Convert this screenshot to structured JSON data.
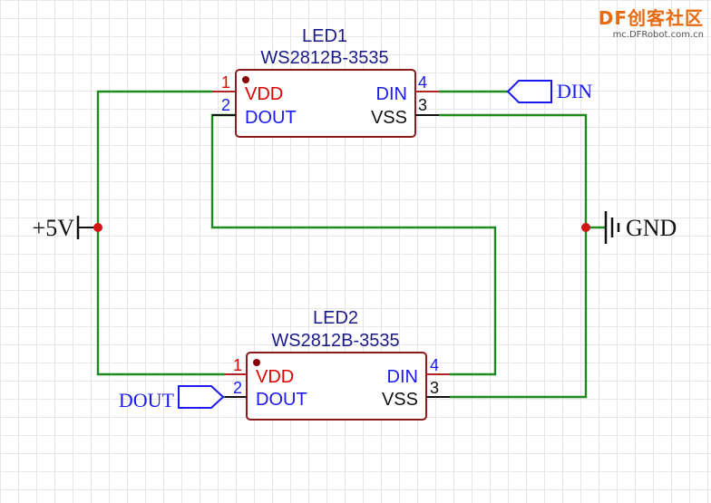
{
  "logo": {
    "brand": "DF创客社区",
    "url": "mc.DFRobot.com.cn"
  },
  "led1": {
    "ref": "LED1",
    "part": "WS2812B-3535",
    "pins": {
      "p1": {
        "num": "1",
        "name": "VDD"
      },
      "p2": {
        "num": "2",
        "name": "DOUT"
      },
      "p4": {
        "num": "4",
        "name": "DIN"
      },
      "p3": {
        "num": "3",
        "name": "VSS"
      }
    }
  },
  "led2": {
    "ref": "LED2",
    "part": "WS2812B-3535",
    "pins": {
      "p1": {
        "num": "1",
        "name": "VDD"
      },
      "p2": {
        "num": "2",
        "name": "DOUT"
      },
      "p4": {
        "num": "4",
        "name": "DIN"
      },
      "p3": {
        "num": "3",
        "name": "VSS"
      }
    }
  },
  "nets": {
    "din": "DIN",
    "dout": "DOUT",
    "vcc": "+5V",
    "gnd": "GND"
  },
  "colors": {
    "wire": "#1e8a1e",
    "body": "#8b1a1a",
    "power_pin": "#e00000",
    "signal": "#1a1aee"
  }
}
